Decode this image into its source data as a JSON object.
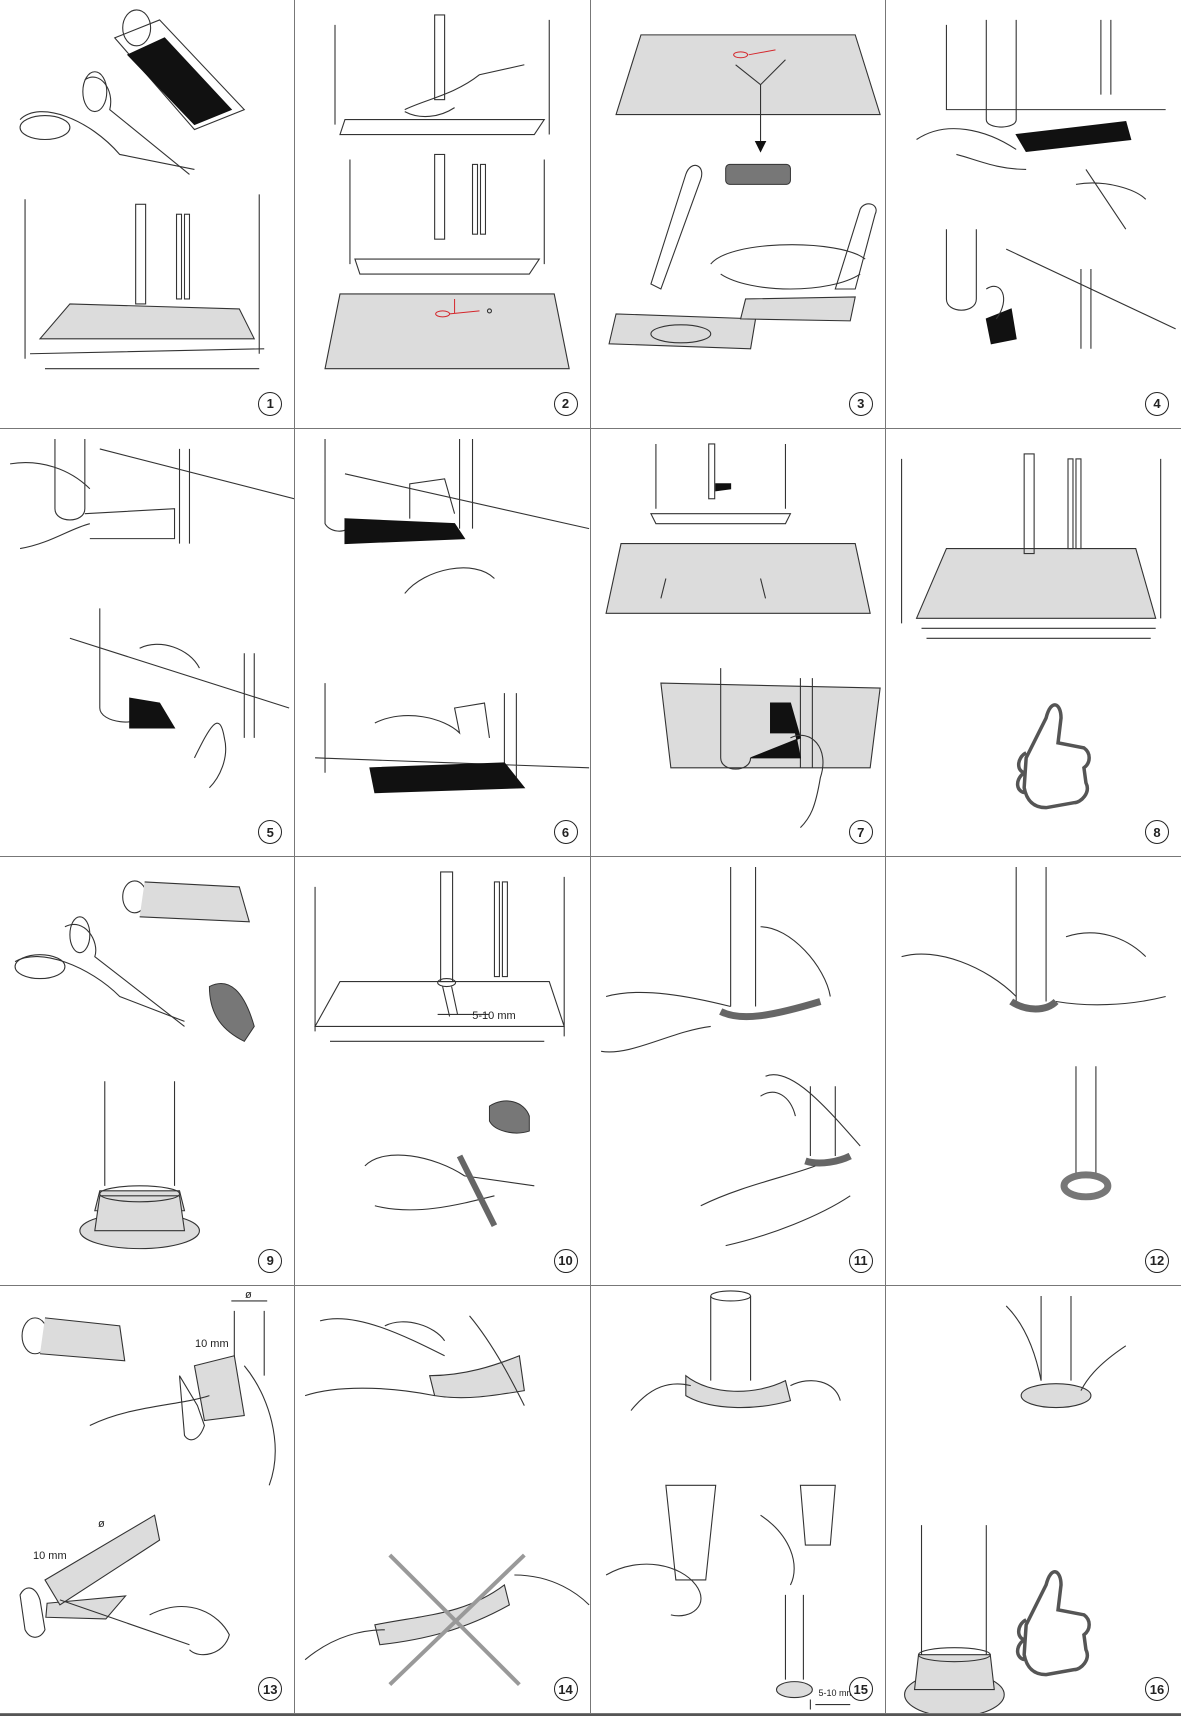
{
  "steps": [
    {
      "number": "1"
    },
    {
      "number": "2"
    },
    {
      "number": "3"
    },
    {
      "number": "4"
    },
    {
      "number": "5"
    },
    {
      "number": "6"
    },
    {
      "number": "7"
    },
    {
      "number": "8"
    },
    {
      "number": "9"
    },
    {
      "number": "10"
    },
    {
      "number": "11"
    },
    {
      "number": "12"
    },
    {
      "number": "13"
    },
    {
      "number": "14"
    },
    {
      "number": "15"
    },
    {
      "number": "16"
    }
  ],
  "labels": {
    "gap_5_10": "5-10 mm",
    "margin_10": "10 mm",
    "diameter": "ø"
  },
  "colors": {
    "marker_red": "#d4262b",
    "tape_black": "#111111",
    "floor_gray": "#dcdcdc"
  }
}
